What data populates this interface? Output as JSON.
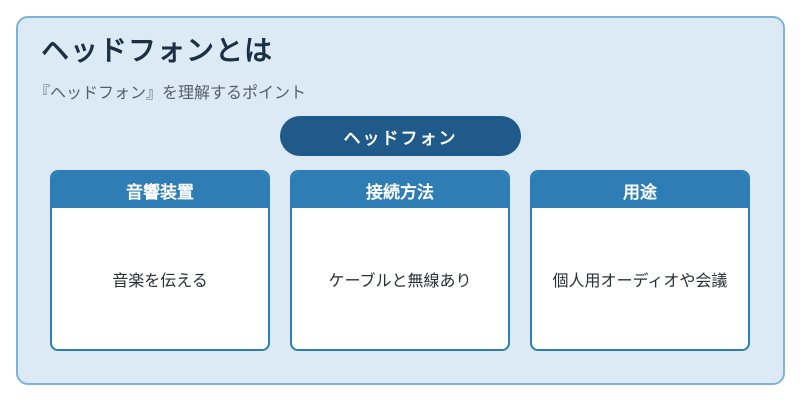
{
  "title": "ヘッドフォンとは",
  "subtitle": "『ヘッドフォン』を理解するポイント",
  "center": "ヘッドフォン",
  "cards": [
    {
      "heading": "音響装置",
      "text": "音楽を伝える"
    },
    {
      "heading": "接続方法",
      "text": "ケーブルと無線あり"
    },
    {
      "heading": "用途",
      "text": "個人用オーディオや会議"
    }
  ],
  "colors": {
    "panel_bg": "#dbeaf5",
    "panel_border": "#7eb3d8",
    "pill": "#1f5a8a",
    "card_header": "#2e7db5",
    "title_text": "#1c2f45"
  }
}
